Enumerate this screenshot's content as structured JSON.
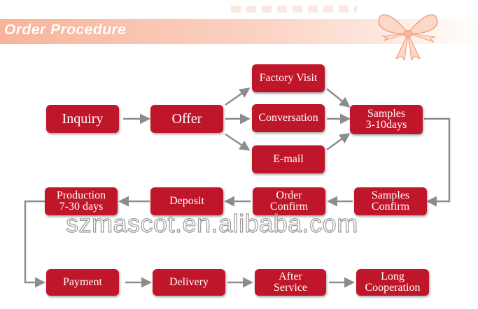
{
  "header": {
    "title": "Order Procedure",
    "banner_color": "#f7b49a",
    "bow_icon": "ribbon-bow-icon"
  },
  "watermark": "szmascot.en.alibaba.com",
  "colors": {
    "box": "#c0162a",
    "arrow": "#8c8c8c"
  },
  "steps": {
    "inquiry": "Inquiry",
    "offer": "Offer",
    "factory_visit": "Factory Visit",
    "conversation": "Conversation",
    "email": "E-mail",
    "samples": [
      "Samples",
      "3-10days"
    ],
    "samples_confirm": [
      "Samples",
      "Confirm"
    ],
    "order_confirm": [
      "Order",
      "Confirm"
    ],
    "deposit": "Deposit",
    "production": [
      "Production",
      "7-30 days"
    ],
    "payment": "Payment",
    "delivery": "Delivery",
    "after_service": [
      "After",
      "Service"
    ],
    "long_cooperation": [
      "Long",
      "Cooperation"
    ]
  }
}
